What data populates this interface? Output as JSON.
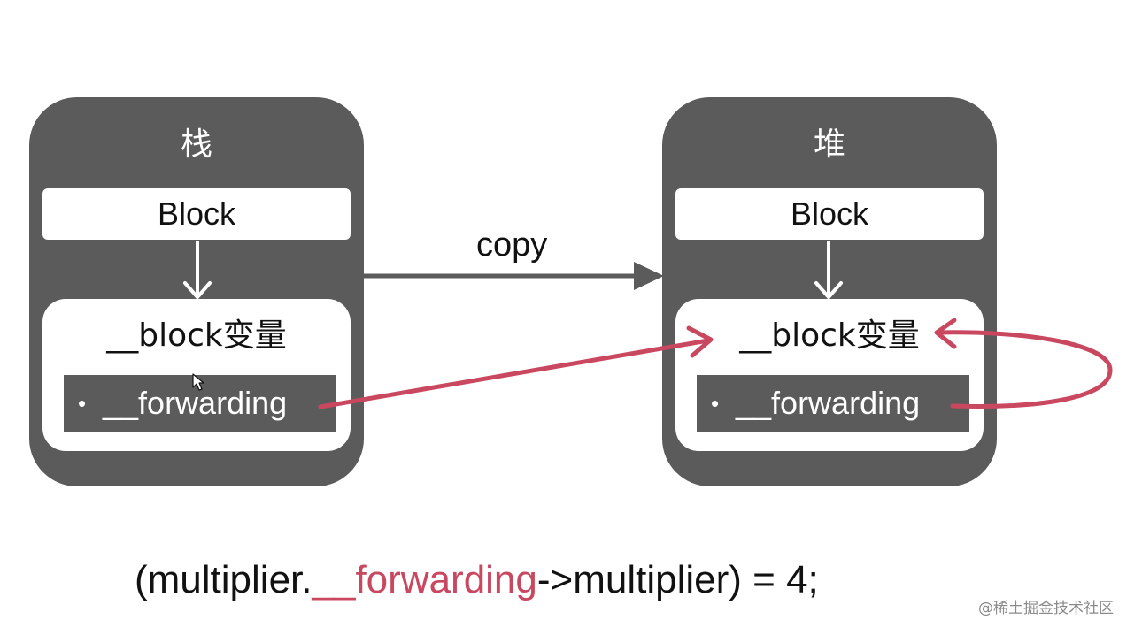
{
  "stack": {
    "title": "栈",
    "block_label": "Block",
    "var_label": "__block变量",
    "forwarding_label": "__forwarding",
    "bullet": "•"
  },
  "heap": {
    "title": "堆",
    "block_label": "Block",
    "var_label": "__block变量",
    "forwarding_label": "__forwarding",
    "bullet": "•"
  },
  "copy_label": "copy",
  "code": {
    "prefix": "(multiplier.",
    "highlight": "__forwarding",
    "suffix": "->multiplier) = 4;"
  },
  "watermark": "@稀土掘金技术社区",
  "colors": {
    "panel": "#5b5b5b",
    "pointer_arrow": "#c9475f",
    "copy_arrow": "#5b5b5b"
  }
}
